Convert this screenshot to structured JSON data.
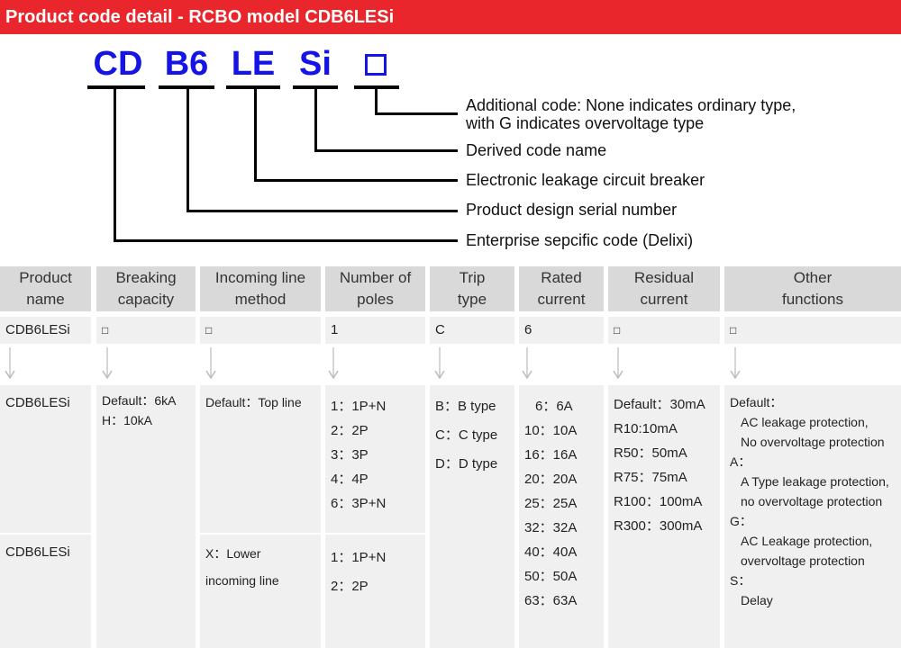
{
  "title": "Product code detail - RCBO model CDB6LESi",
  "code_parts": [
    "CD",
    "B6",
    "LE",
    "Si"
  ],
  "explanations": {
    "additional": [
      "Additional code: None indicates ordinary type,",
      "with G indicates overvoltage type"
    ],
    "derived": "Derived code name",
    "electronic": "Electronic leakage circuit breaker",
    "design": "Product design serial number",
    "enterprise": "Enterprise sepcific code (Delixi)"
  },
  "table": {
    "headers": [
      [
        "Product",
        "name"
      ],
      [
        "Breaking",
        "capacity"
      ],
      [
        "Incoming line",
        "method"
      ],
      [
        "Number of",
        "poles"
      ],
      [
        "Trip",
        "type"
      ],
      [
        "Rated",
        "current"
      ],
      [
        "Residual",
        "current"
      ],
      [
        "Other",
        "functions"
      ]
    ],
    "example_row": [
      "CDB6LESi",
      "□",
      "□",
      "1",
      "C",
      "6",
      "□",
      "□"
    ],
    "product_names": [
      "CDB6LESi",
      "CDB6LESi"
    ],
    "breaking_capacity": [
      "Default：6kA",
      "H：10kA"
    ],
    "incoming_top": "Default：Top line",
    "incoming_lower": [
      "X：Lower",
      "incoming line"
    ],
    "poles_top": [
      "1：1P+N",
      "2：2P",
      "3：3P",
      "4：4P",
      "6：3P+N"
    ],
    "poles_lower": [
      "1：1P+N",
      "2：2P"
    ],
    "trip_types": [
      "B：B type",
      "C：C type",
      "D：D type"
    ],
    "rated_current": [
      "6：6A",
      "10：10A",
      "16：16A",
      "20：20A",
      "25：25A",
      "32：32A",
      "40：40A",
      "50：50A",
      "63：63A"
    ],
    "residual_current": [
      "Default：30mA",
      "R10:10mA",
      "R50：50mA",
      "R75：75mA",
      "R100：100mA",
      "R300：300mA"
    ],
    "other_functions": [
      "Default：",
      "AC leakage protection,",
      "No overvoltage protection",
      "A：",
      "A Type leakage protection,",
      "no overvoltage protection",
      "G：",
      "AC Leakage protection,",
      "overvoltage protection",
      "S：",
      "Delay"
    ]
  }
}
